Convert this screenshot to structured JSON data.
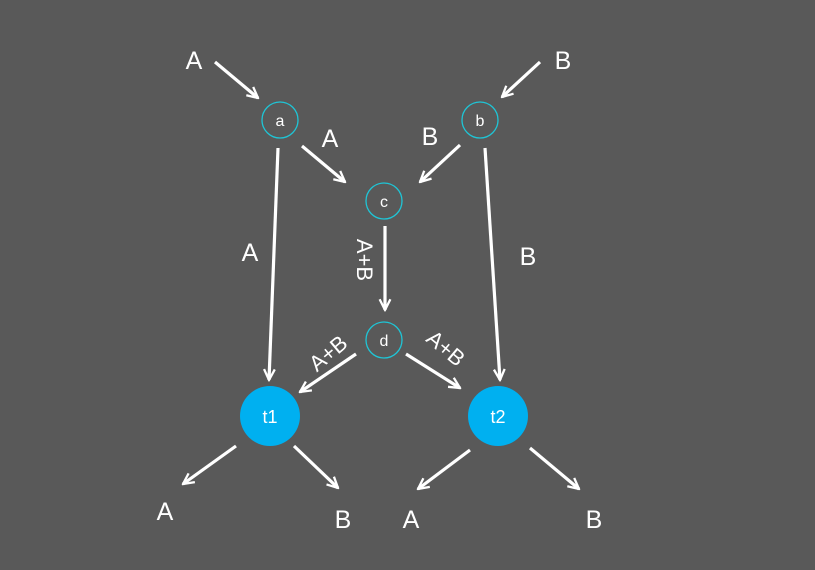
{
  "colors": {
    "background": "#595959",
    "edge": "#ffffff",
    "small_node_fill": "#595959",
    "small_node_stroke": "#1fc5d6",
    "terminal_fill": "#00b0f0"
  },
  "nodes": {
    "a": "a",
    "b": "b",
    "c": "c",
    "d": "d",
    "t1": "t1",
    "t2": "t2"
  },
  "edge_labels": {
    "in_a": "A",
    "in_b": "B",
    "a_to_c": "A",
    "b_to_c": "B",
    "a_to_t1": "A",
    "b_to_t2": "B",
    "c_to_d": "A+B",
    "d_to_t1": "A+B",
    "d_to_t2": "A+B",
    "t1_out_a": "A",
    "t1_out_b": "B",
    "t2_out_a": "A",
    "t2_out_b": "B"
  }
}
